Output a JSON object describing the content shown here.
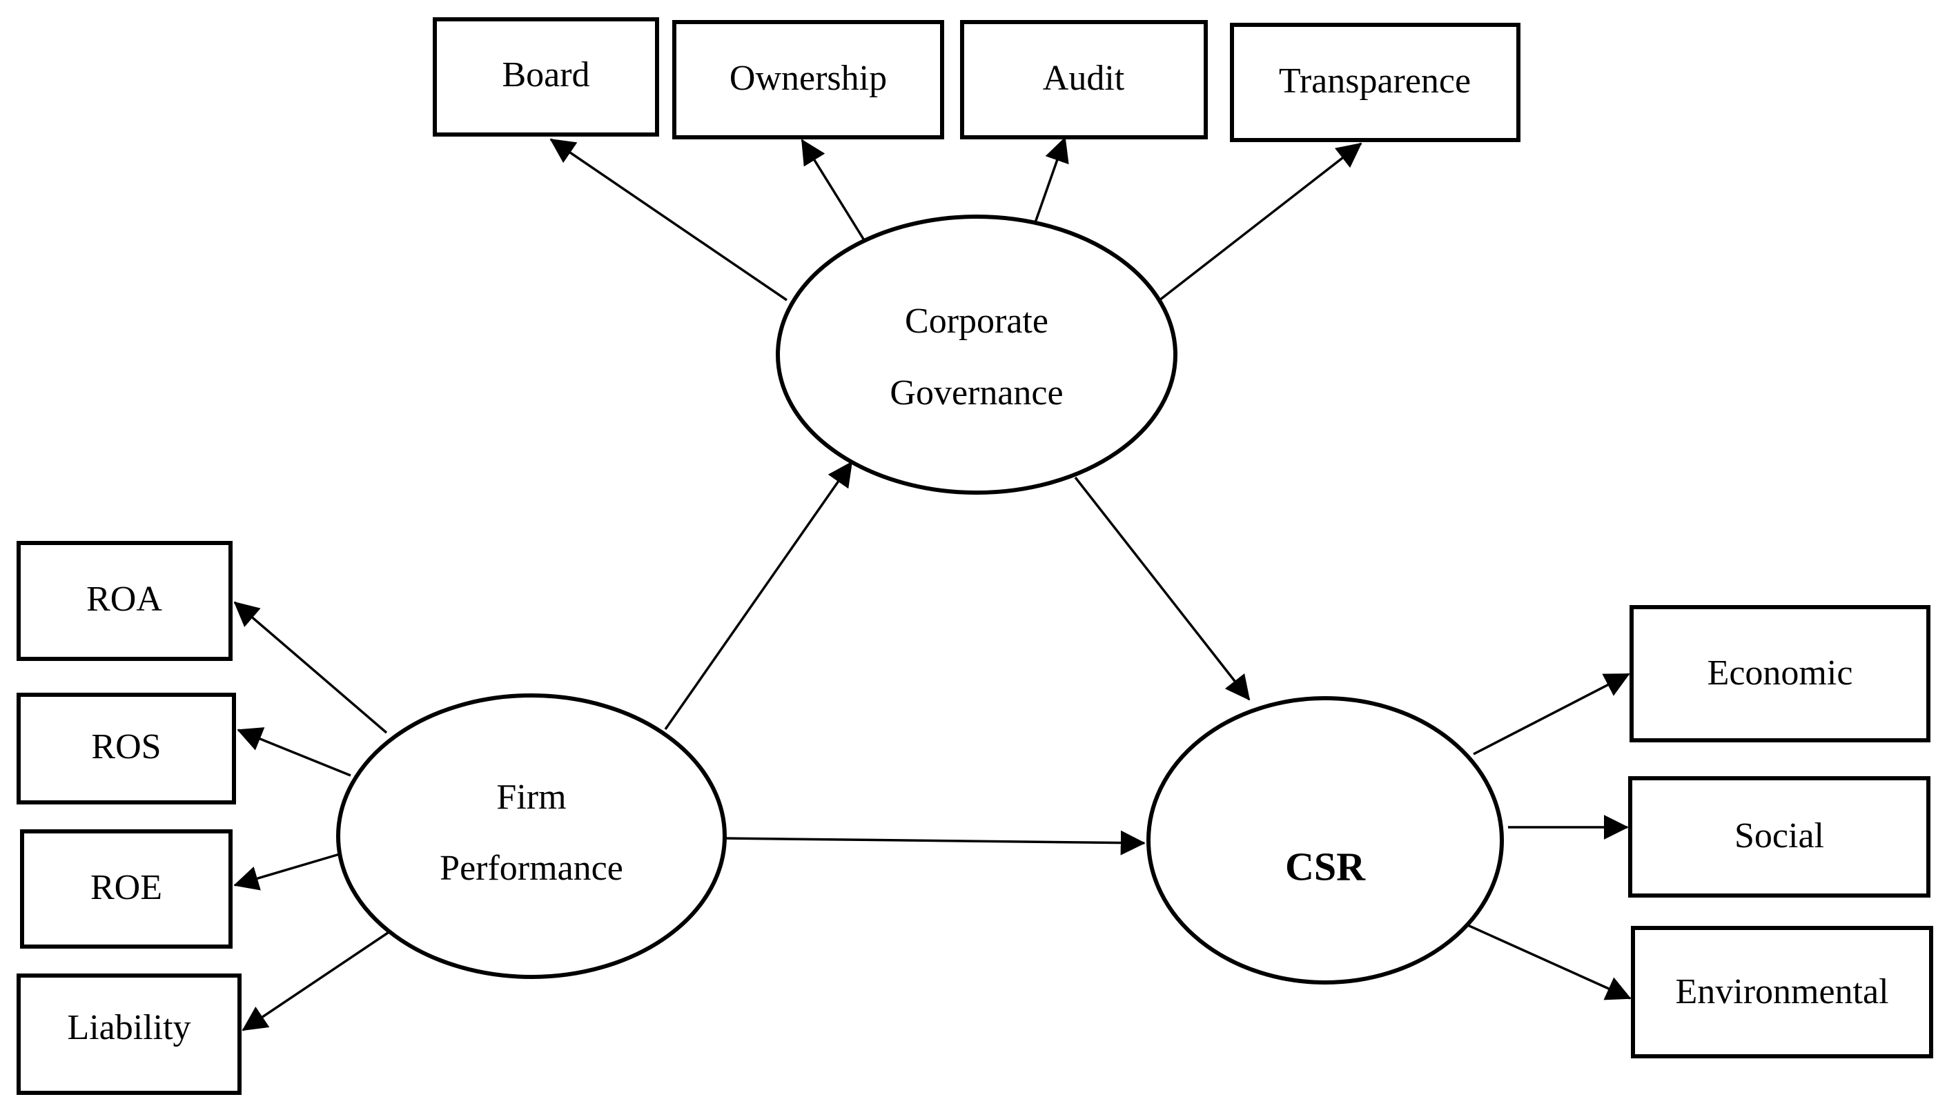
{
  "constructs": {
    "corporate_governance": {
      "line1": "Corporate",
      "line2": "Governance"
    },
    "firm_performance": {
      "line1": "Firm",
      "line2": "Performance"
    },
    "csr": {
      "label": "CSR"
    }
  },
  "governance_indicators": {
    "board": "Board",
    "ownership": "Ownership",
    "audit": "Audit",
    "transparence": "Transparence"
  },
  "performance_indicators": {
    "roa": "ROA",
    "ros": "ROS",
    "roe": "ROE",
    "liability": "Liability"
  },
  "csr_indicators": {
    "economic": "Economic",
    "social": "Social",
    "environmental": "Environmental"
  },
  "colors": {
    "stroke": "#000000",
    "background": "#ffffff"
  }
}
